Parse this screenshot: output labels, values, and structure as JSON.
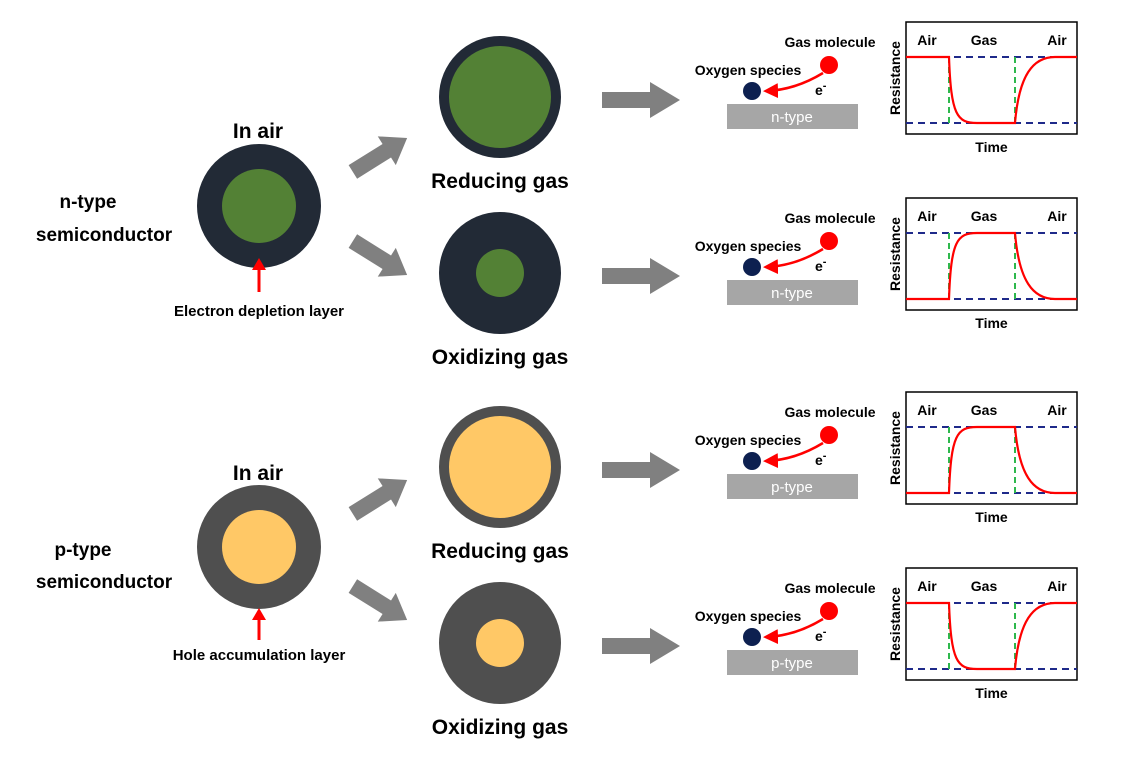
{
  "colors": {
    "n_shell": "#222a36",
    "n_core": "#538135",
    "p_shell": "#4f4f4f",
    "p_core": "#ffc866",
    "arrow": "#808080",
    "substrate": "#a6a6a6",
    "oxygen": "#0d2050",
    "gas": "#ff0000",
    "red_line": "#ff0000",
    "navy_dash": "#1f2a8a",
    "green_dash": "#2eb84d"
  },
  "n_section": {
    "title": "n-type semiconductor",
    "title_line1": "n-type",
    "title_line2": "semiconductor",
    "in_air_label": "In air",
    "layer_label": "Electron depletion layer"
  },
  "p_section": {
    "title_line1": "p-type",
    "title_line2": "semiconductor",
    "in_air_label": "In air",
    "layer_label": "Hole accumulation layer"
  },
  "rows": [
    {
      "gas_label": "Reducing gas",
      "substrate_label": "n-type",
      "molecule_label": "Gas molecule",
      "oxygen_label": "Oxygen species",
      "electron_label": "e-",
      "response": "decrease",
      "chart": {
        "ylabel": "Resistance",
        "xlabel": "Time",
        "phases": [
          "Air",
          "Gas",
          "Air"
        ]
      }
    },
    {
      "gas_label": "Oxidizing gas",
      "substrate_label": "n-type",
      "molecule_label": "Gas molecule",
      "oxygen_label": "Oxygen species",
      "electron_label": "e-",
      "response": "increase",
      "chart": {
        "ylabel": "Resistance",
        "xlabel": "Time",
        "phases": [
          "Air",
          "Gas",
          "Air"
        ]
      }
    },
    {
      "gas_label": "Reducing gas",
      "substrate_label": "p-type",
      "molecule_label": "Gas molecule",
      "oxygen_label": "Oxygen species",
      "electron_label": "e-",
      "response": "increase",
      "chart": {
        "ylabel": "Resistance",
        "xlabel": "Time",
        "phases": [
          "Air",
          "Gas",
          "Air"
        ]
      }
    },
    {
      "gas_label": "Oxidizing gas",
      "substrate_label": "p-type",
      "molecule_label": "Gas molecule",
      "oxygen_label": "Oxygen species",
      "electron_label": "e-",
      "response": "decrease",
      "chart": {
        "ylabel": "Resistance",
        "xlabel": "Time",
        "phases": [
          "Air",
          "Gas",
          "Air"
        ]
      }
    }
  ]
}
